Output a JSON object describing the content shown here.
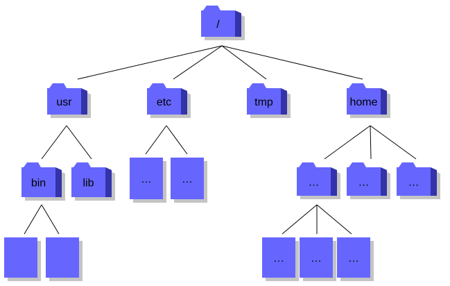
{
  "diagram": {
    "colors": {
      "face": "#6666ff",
      "side": "#3333aa",
      "shadow": "#c4c4c4",
      "line": "#000000",
      "background": "#ffffff"
    },
    "nodes": {
      "root": {
        "label": "/",
        "kind": "folder",
        "icon": "folder-icon"
      },
      "usr": {
        "label": "usr",
        "kind": "folder",
        "icon": "folder-icon"
      },
      "etc": {
        "label": "etc",
        "kind": "folder",
        "icon": "folder-icon"
      },
      "tmp": {
        "label": "tmp",
        "kind": "folder",
        "icon": "folder-icon"
      },
      "home": {
        "label": "home",
        "kind": "folder",
        "icon": "folder-icon"
      },
      "bin": {
        "label": "bin",
        "kind": "folder",
        "icon": "folder-icon"
      },
      "lib": {
        "label": "lib",
        "kind": "folder",
        "icon": "folder-icon"
      },
      "etc_1": {
        "label": "…",
        "kind": "file",
        "icon": "file-icon"
      },
      "etc_2": {
        "label": "…",
        "kind": "file",
        "icon": "file-icon"
      },
      "home_1": {
        "label": "…",
        "kind": "folder",
        "icon": "folder-icon"
      },
      "home_2": {
        "label": "…",
        "kind": "folder",
        "icon": "folder-icon"
      },
      "home_3": {
        "label": "…",
        "kind": "folder",
        "icon": "folder-icon"
      },
      "bin_1": {
        "label": "",
        "kind": "file",
        "icon": "file-icon"
      },
      "bin_2": {
        "label": "",
        "kind": "file",
        "icon": "file-icon"
      },
      "sub_1": {
        "label": "…",
        "kind": "file",
        "icon": "file-icon"
      },
      "sub_2": {
        "label": "…",
        "kind": "file",
        "icon": "file-icon"
      },
      "sub_3": {
        "label": "…",
        "kind": "file",
        "icon": "file-icon"
      }
    },
    "edges": [
      [
        "root",
        "usr"
      ],
      [
        "root",
        "etc"
      ],
      [
        "root",
        "tmp"
      ],
      [
        "root",
        "home"
      ],
      [
        "usr",
        "bin"
      ],
      [
        "usr",
        "lib"
      ],
      [
        "etc",
        "etc_1"
      ],
      [
        "etc",
        "etc_2"
      ],
      [
        "home",
        "home_1"
      ],
      [
        "home",
        "home_2"
      ],
      [
        "home",
        "home_3"
      ],
      [
        "bin",
        "bin_1"
      ],
      [
        "bin",
        "bin_2"
      ],
      [
        "home_1",
        "sub_1"
      ],
      [
        "home_1",
        "sub_2"
      ],
      [
        "home_1",
        "sub_3"
      ]
    ]
  }
}
